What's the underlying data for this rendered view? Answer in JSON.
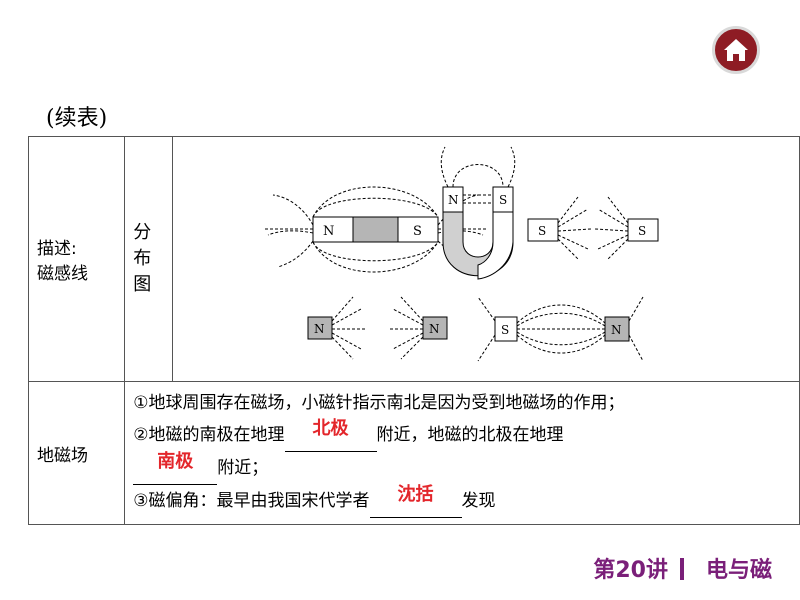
{
  "subtitle": "(续表)",
  "row1": {
    "label_line1": "描述:",
    "label_line2": "磁感线",
    "sub_chars": [
      "分",
      "布",
      "图"
    ],
    "magnet_labels": {
      "north": "N",
      "south": "S"
    }
  },
  "row2": {
    "label": "地磁场",
    "line1": "①地球周围存在磁场，小磁针指示南北是因为受到地磁场的作用；",
    "line2_a": "②地磁的南极在地理",
    "answer1": "北极",
    "line2_b": "附近，地磁的北极在地理",
    "answer2": "南极",
    "line2_c": "附近；",
    "line3_a": "③磁偏角：最早由我国宋代学者",
    "answer3": "沈括",
    "line3_b": "发现"
  },
  "footer": {
    "lesson": "第20讲",
    "topic": "电与磁"
  }
}
